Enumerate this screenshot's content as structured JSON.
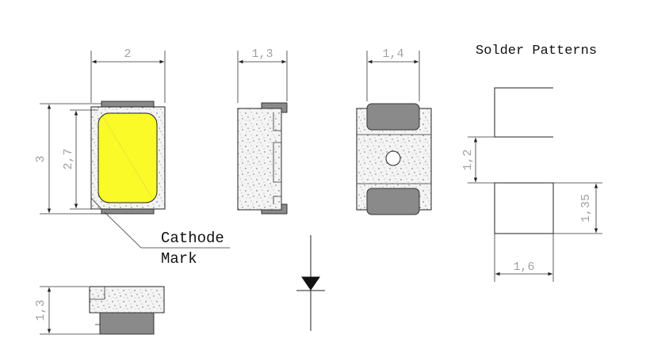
{
  "title": "Solder Patterns",
  "cathode_label": [
    "Cathode",
    "Mark"
  ],
  "dimensions": {
    "top_width": "2",
    "side_width": "1,3",
    "bottom_width": "1,4",
    "total_height": "3",
    "lens_height": "2,7",
    "profile_height": "1,3",
    "pad_gap": "1,2",
    "pad_height": "1,35",
    "pad_width": "1,6"
  },
  "colors": {
    "lens": "#fafa28",
    "pad": "#8a8a8a",
    "line": "#222222",
    "dim_text": "#a0a0a0"
  },
  "icons": [
    "diode-symbol-icon"
  ]
}
